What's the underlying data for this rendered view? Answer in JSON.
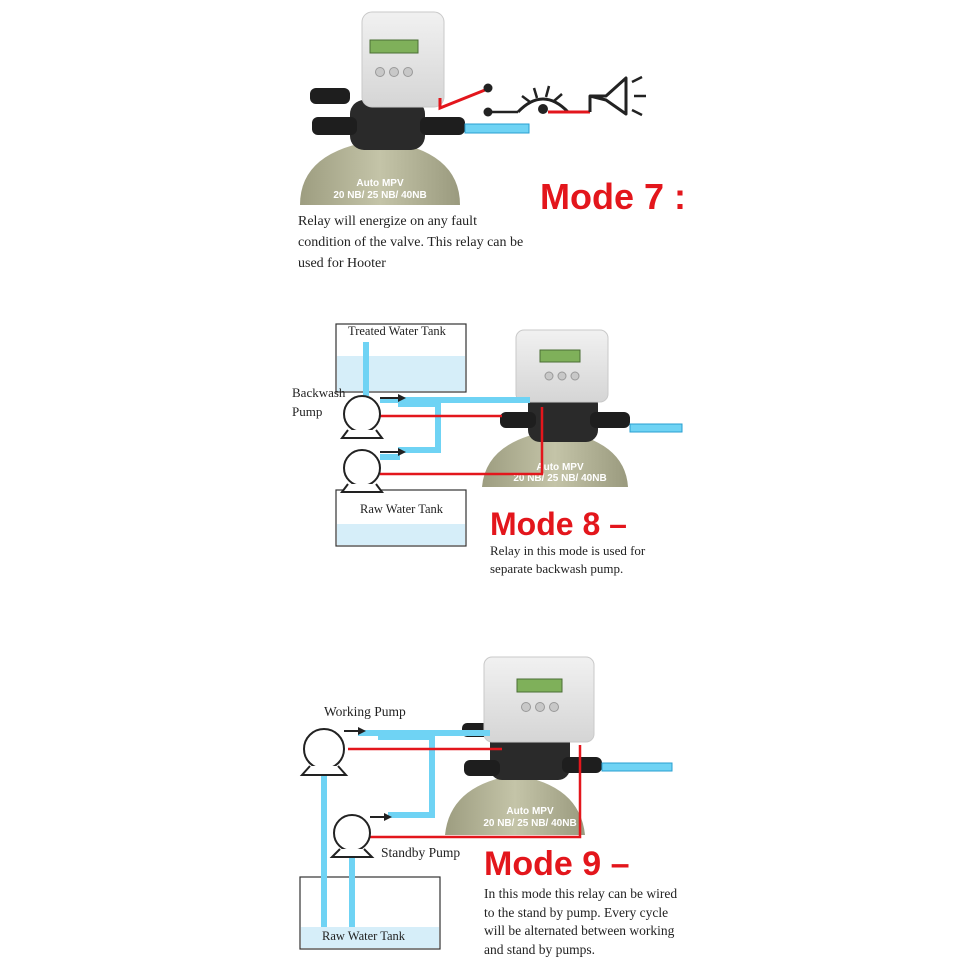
{
  "mode7": {
    "title": "Mode 7 :",
    "description": "Relay will energize on any fault condition of the valve. This relay can be used for Hooter",
    "valve_label_1": "Auto MPV",
    "valve_label_2": "20 NB/ 25 NB/ 40NB",
    "icons": [
      "relay-switch-icon",
      "bulb-icon",
      "hooter-icon"
    ]
  },
  "mode8": {
    "title": "Mode 8 –",
    "description": "Relay  in this mode is used for separate backwash pump.",
    "treated_tank_label": "Treated Water Tank",
    "backwash_pump_label_1": "Backwash",
    "backwash_pump_label_2": "Pump",
    "raw_tank_label": "Raw Water Tank",
    "valve_label_1": "Auto MPV",
    "valve_label_2": "20 NB/ 25 NB/ 40NB"
  },
  "mode9": {
    "title": "Mode 9 –",
    "description": "In this mode this relay can be wired to the stand by pump. Every cycle will be alternated between working and stand by pumps.",
    "working_pump_label": "Working Pump",
    "standby_pump_label": "Standby Pump",
    "raw_tank_label": "Raw Water Tank",
    "valve_label_1": "Auto MPV",
    "valve_label_2": "20 NB/ 25 NB/ 40NB"
  },
  "colors": {
    "accent_red": "#e3161c",
    "pipe_blue": "#6fd3f4",
    "wire_red": "#e3161c",
    "tank_green": "#b8b89a",
    "water": "#d6eef9"
  }
}
